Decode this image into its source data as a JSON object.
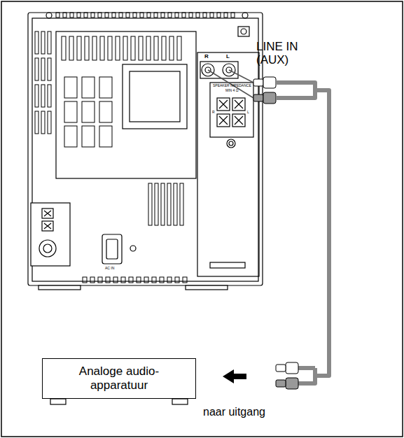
{
  "diagram": {
    "nodes": [
      {
        "text": [
          "Analoge audio-apparatuur"
        ]
      }
    ],
    "labels": [
      "LINE IN (AUX)",
      "R",
      "L",
      "SPEAKER IMPEDANCE",
      "MIN 4 Ω",
      "R",
      "L",
      "AC IN",
      "naar uitgang"
    ]
  }
}
